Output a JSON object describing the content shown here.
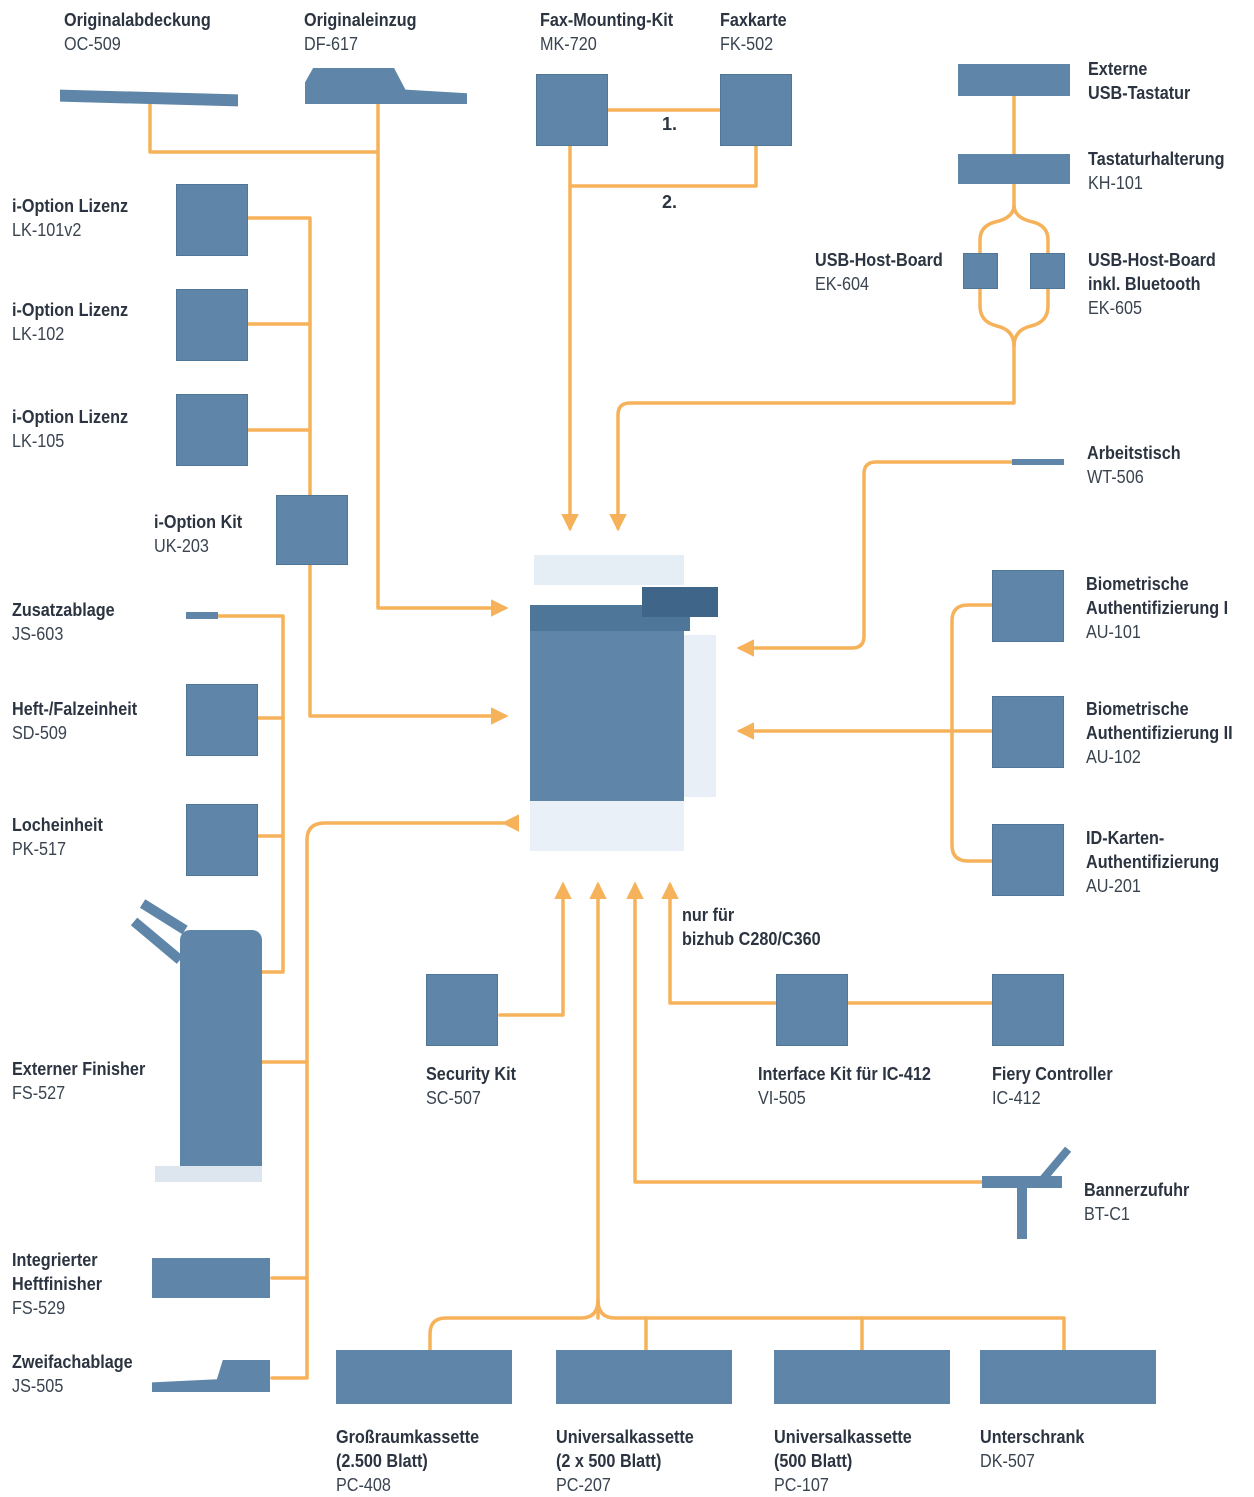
{
  "colors": {
    "connector": "#f6b25a",
    "device": "#5f86a8",
    "text": "#2b3440"
  },
  "top": {
    "originalabdeckung": {
      "name": "Originalabdeckung",
      "code": "OC-509"
    },
    "originaleinzug": {
      "name": "Originaleinzug",
      "code": "DF-617"
    },
    "fax_mounting": {
      "name": "Fax-Mounting-Kit",
      "code": "MK-720"
    },
    "faxkarte": {
      "name": "Faxkarte",
      "code": "FK-502"
    },
    "step1": "1.",
    "step2": "2."
  },
  "left": {
    "lk101": {
      "name": "i-Option Lizenz",
      "code": "LK-101v2"
    },
    "lk102": {
      "name": "i-Option Lizenz",
      "code": "LK-102"
    },
    "lk105": {
      "name": "i-Option Lizenz",
      "code": "LK-105"
    },
    "uk203": {
      "name": "i-Option Kit",
      "code": "UK-203"
    },
    "js603": {
      "name": "Zusatzablage",
      "code": "JS-603"
    },
    "sd509": {
      "name": "Heft-/Falzeinheit",
      "code": "SD-509"
    },
    "pk517": {
      "name": "Locheinheit",
      "code": "PK-517"
    },
    "fs527": {
      "name": "Externer Finisher",
      "code": "FS-527"
    },
    "fs529": {
      "name1": "Integrierter",
      "name2": "Heftfinisher",
      "code": "FS-529"
    },
    "js505": {
      "name": "Zweifachablage",
      "code": "JS-505"
    }
  },
  "right": {
    "keyboard": {
      "name1": "Externe",
      "name2": "USB-Tastatur"
    },
    "kh101": {
      "name": "Tastaturhalterung",
      "code": "KH-101"
    },
    "ek604": {
      "name": "USB-Host-Board",
      "code": "EK-604"
    },
    "ek605": {
      "name1": "USB-Host-Board",
      "name2": "inkl. Bluetooth",
      "code": "EK-605"
    },
    "wt506": {
      "name": "Arbeitstisch",
      "code": "WT-506"
    },
    "au101": {
      "name1": "Biometrische",
      "name2": "Authentifizierung I",
      "code": "AU-101"
    },
    "au102": {
      "name1": "Biometrische",
      "name2": "Authentifizierung II",
      "code": "AU-102"
    },
    "au201": {
      "name1": "ID-Karten-",
      "name2": "Authentifizierung",
      "code": "AU-201"
    }
  },
  "middle": {
    "note1": "nur für",
    "note2": "bizhub C280/C360",
    "sc507": {
      "name": "Security Kit",
      "code": "SC-507"
    },
    "vi505": {
      "name": "Interface Kit für IC-412",
      "code": "VI-505"
    },
    "ic412": {
      "name": "Fiery Controller",
      "code": "IC-412"
    },
    "btc1": {
      "name": "Bannerzufuhr",
      "code": "BT-C1"
    }
  },
  "bottom": {
    "pc408": {
      "name1": "Großraumkassette",
      "name2": "(2.500 Blatt)",
      "code": "PC-408"
    },
    "pc207": {
      "name1": "Universalkassette",
      "name2": "(2 x 500 Blatt)",
      "code": "PC-207"
    },
    "pc107": {
      "name1": "Universalkassette",
      "name2": "(500 Blatt)",
      "code": "PC-107"
    },
    "dk507": {
      "name": "Unterschrank",
      "code": "DK-507"
    }
  }
}
